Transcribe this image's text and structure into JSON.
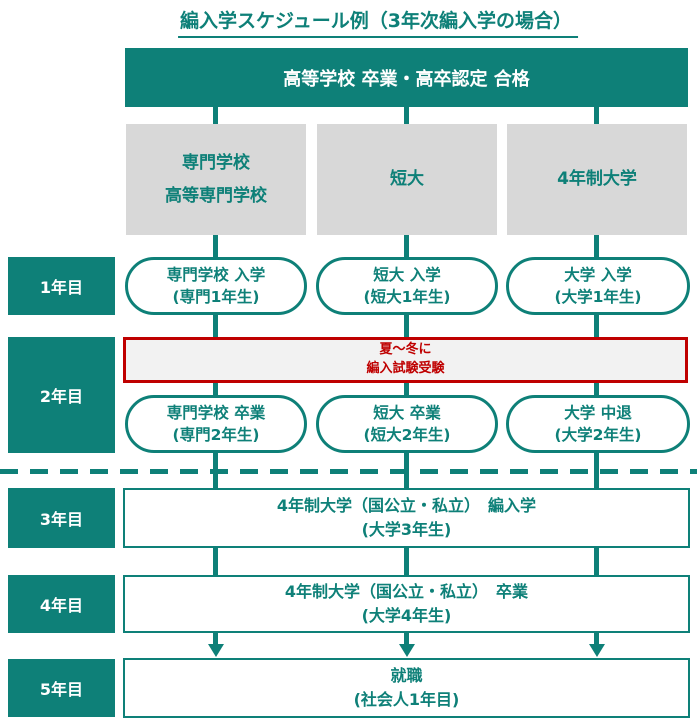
{
  "colors": {
    "teal": "#0e8078",
    "red": "#bf0000",
    "track_gray": "#d8d8d8",
    "exam_bg": "#f2f2f2"
  },
  "title": "編入学スケジュール例（3年次編入学の場合）",
  "top_box": "高等学校 卒業・高卒認定 合格",
  "columns": [
    {
      "name": [
        "専門学校",
        "高等専門学校"
      ]
    },
    {
      "name": [
        "短大"
      ]
    },
    {
      "name": [
        "4年制大学"
      ]
    }
  ],
  "year_labels": [
    "1年目",
    "2年目",
    "3年目",
    "4年目",
    "5年目"
  ],
  "year1_pills": [
    {
      "line1": "専門学校 入学",
      "line2": "(専門1年生)"
    },
    {
      "line1": "短大 入学",
      "line2": "(短大1年生)"
    },
    {
      "line1": "大学 入学",
      "line2": "(大学1年生)"
    }
  ],
  "exam_box": {
    "line1": "夏～冬に",
    "line2": "編入試験受験"
  },
  "year2_pills": [
    {
      "line1": "専門学校 卒業",
      "line2": "(専門2年生)"
    },
    {
      "line1": "短大 卒業",
      "line2": "(短大2年生)"
    },
    {
      "line1": "大学 中退",
      "line2": "(大学2年生)"
    }
  ],
  "year3_box": {
    "line1": "4年制大学（国公立・私立）　編入学",
    "line2": "(大学3年生)"
  },
  "year4_box": {
    "line1": "4年制大学（国公立・私立）　卒業",
    "line2": "(大学4年生)"
  },
  "year5_box": {
    "line1": "就職",
    "line2": "(社会人1年目)"
  }
}
